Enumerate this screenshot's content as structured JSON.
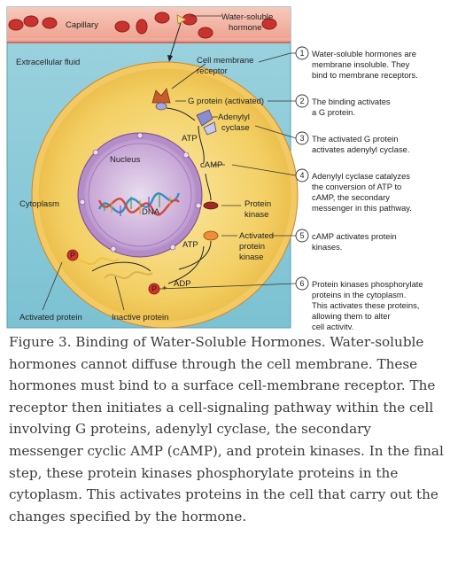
{
  "figure": {
    "labels": {
      "capillary": "Capillary",
      "water_soluble_hormone": [
        "Water-soluble",
        "hormone"
      ],
      "extracellular_fluid": "Extracellular fluid",
      "cell_membrane_receptor": [
        "Cell membrane",
        "receptor"
      ],
      "g_protein_activated": "G protein (activated)",
      "adenylyl_cyclase": [
        "Adenylyl",
        "cyclase"
      ],
      "atp_top": "ATP",
      "camp": "cAMP",
      "nucleus": "Nucleus",
      "dna": "DNA",
      "cytoplasm": "Cytoplasm",
      "protein_kinase": [
        "Protein",
        "kinase"
      ],
      "activated_protein_kinase": [
        "Activated",
        "protein",
        "kinase"
      ],
      "atp_lower": "ATP",
      "adp": "ADP",
      "p_symbol": "P",
      "plus": "+",
      "activated_protein": "Activated protein",
      "inactive_protein": "Inactive protein"
    },
    "steps": [
      {
        "num": "1",
        "lines": [
          "Water-soluble hormones are",
          "membrane insoluble. They",
          "bind to membrane receptors."
        ]
      },
      {
        "num": "2",
        "lines": [
          "The binding activates",
          "a G protein."
        ]
      },
      {
        "num": "3",
        "lines": [
          "The activated G protein",
          "activates adenylyl cyclase."
        ]
      },
      {
        "num": "4",
        "lines": [
          "Adenylyl cyclase catalyzes",
          "the conversion of ATP to",
          "cAMP, the secondary",
          "messenger in this pathway."
        ]
      },
      {
        "num": "5",
        "lines": [
          "cAMP activates protein",
          "kinases."
        ]
      },
      {
        "num": "6",
        "lines": [
          "Protein kinases phosphorylate",
          "proteins in the cytoplasm.",
          "This activates these proteins,",
          "allowing them to alter",
          "cell activity."
        ]
      }
    ]
  },
  "caption": "Figure 3. Binding of Water-Soluble Hormones. Water-soluble hormones cannot diffuse through the cell membrane. These hormones must bind to a surface cell-membrane receptor. The receptor then initiates a cell-signaling pathway within the cell involving G proteins, adenylyl cyclase, the secondary messenger cyclic AMP (cAMP), and protein kinases. In the final step, these protein kinases phosphorylate proteins in the cytoplasm. This activates proteins in the cell that carry out the changes specified by the hormone."
}
